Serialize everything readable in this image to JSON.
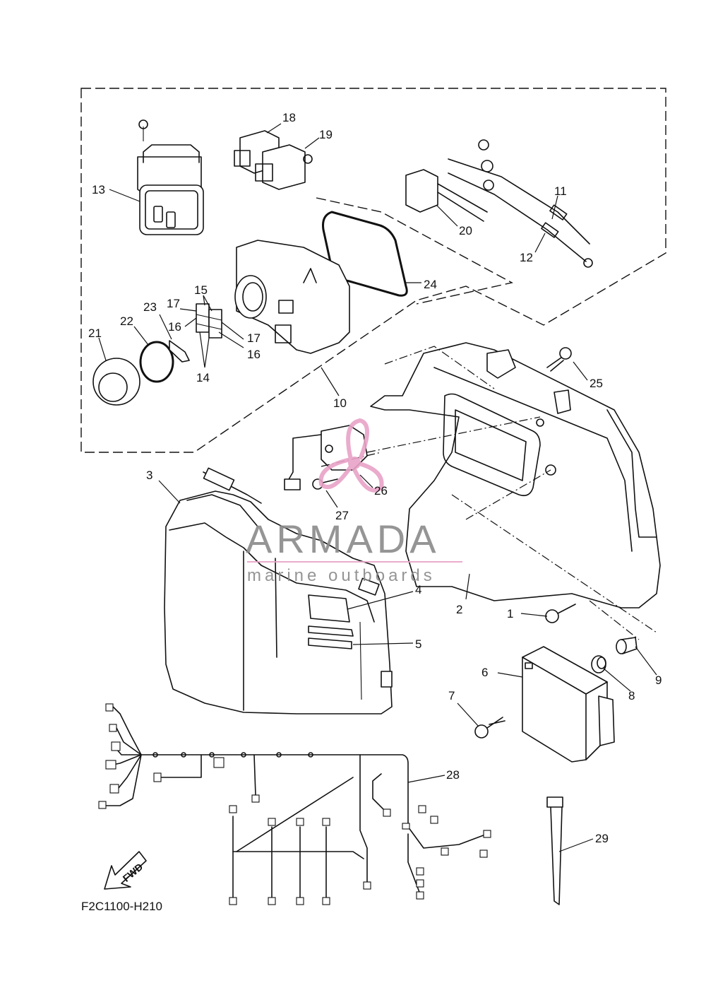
{
  "diagram_code": "F2C1100-H210",
  "watermark": {
    "brand": "ARMADA",
    "tagline": "marine outboards",
    "logo_color": "#e8a3c7",
    "text_color": "#8a8a8a"
  },
  "direction_label": "FWD",
  "callouts": [
    {
      "id": "1",
      "label": "1"
    },
    {
      "id": "2",
      "label": "2"
    },
    {
      "id": "3",
      "label": "3"
    },
    {
      "id": "4",
      "label": "4"
    },
    {
      "id": "5",
      "label": "5"
    },
    {
      "id": "6",
      "label": "6"
    },
    {
      "id": "7",
      "label": "7"
    },
    {
      "id": "8",
      "label": "8"
    },
    {
      "id": "9",
      "label": "9"
    },
    {
      "id": "10",
      "label": "10"
    },
    {
      "id": "11",
      "label": "11"
    },
    {
      "id": "12",
      "label": "12"
    },
    {
      "id": "13",
      "label": "13"
    },
    {
      "id": "14",
      "label": "14"
    },
    {
      "id": "15",
      "label": "15"
    },
    {
      "id": "16a",
      "label": "16"
    },
    {
      "id": "16b",
      "label": "16"
    },
    {
      "id": "17a",
      "label": "17"
    },
    {
      "id": "17b",
      "label": "17"
    },
    {
      "id": "18",
      "label": "18"
    },
    {
      "id": "19",
      "label": "19"
    },
    {
      "id": "20",
      "label": "20"
    },
    {
      "id": "21",
      "label": "21"
    },
    {
      "id": "22",
      "label": "22"
    },
    {
      "id": "23",
      "label": "23"
    },
    {
      "id": "24",
      "label": "24"
    },
    {
      "id": "25",
      "label": "25"
    },
    {
      "id": "26",
      "label": "26"
    },
    {
      "id": "27",
      "label": "27"
    },
    {
      "id": "28",
      "label": "28"
    },
    {
      "id": "29",
      "label": "29"
    }
  ]
}
